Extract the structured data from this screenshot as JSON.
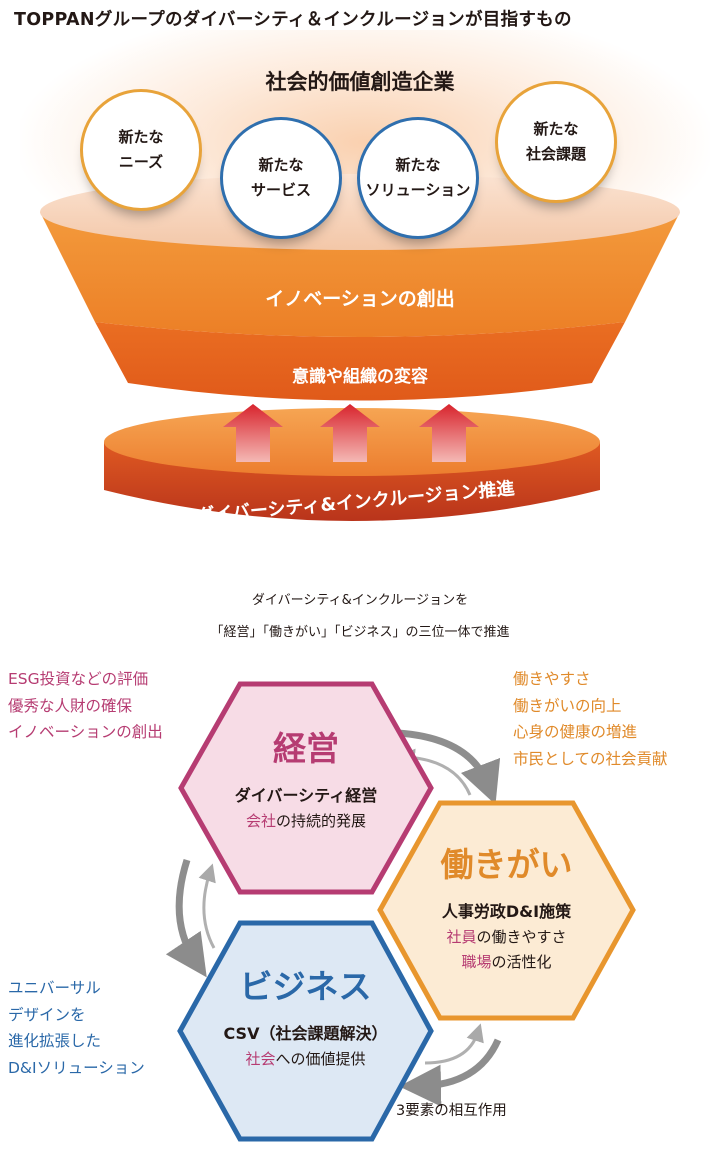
{
  "title": "TOPPANグループのダイバーシティ＆インクルージョンが目指すもの",
  "funnel": {
    "heading": "社会的価値創造企業",
    "circles": [
      {
        "text": "新たな\nニーズ",
        "style": "orange"
      },
      {
        "text": "新たな\nサービス",
        "style": "blue"
      },
      {
        "text": "新たな\nソリューション",
        "style": "blue"
      },
      {
        "text": "新たな\n社会課題",
        "style": "orange"
      }
    ],
    "band_innovation": "イノベーションの創出",
    "band_awareness": "意識や組織の変容",
    "base_label": "ダイバーシティ&インクルージョン推進",
    "colors": {
      "orange": "#ee8a2c",
      "deep_orange": "#e2641e",
      "red": "#c8421f"
    }
  },
  "middle": {
    "line1": "ダイバーシティ&インクルージョンを",
    "line2": "「経営」「働きがい」「ビジネス」の三位一体で推進"
  },
  "left_top_list": [
    "ESG投資などの評価",
    "優秀な人財の確保",
    "イノベーションの創出"
  ],
  "right_top_list": [
    "働きやすさ",
    "働きがいの向上",
    "心身の健康の増進",
    "市民としての社会貢献"
  ],
  "left_bottom_list": [
    "ユニバーサル",
    "デザインを",
    "進化拡張した",
    "D&Iソリューション"
  ],
  "hexagons": {
    "management": {
      "title": "経営",
      "line1": "ダイバーシティ経営",
      "line2_accent": "会社",
      "line2_rest": "の持続的発展",
      "color": "#b63c72"
    },
    "engagement": {
      "title": "働きがい",
      "line1": "人事労政D&I施策",
      "line2_accent": "社員",
      "line2_rest": "の働きやすさ",
      "line3_accent": "職場",
      "line3_rest": "の活性化",
      "color": "#e8962e"
    },
    "business": {
      "title": "ビジネス",
      "line1": "CSV（社会課題解決）",
      "line2_accent": "社会",
      "line2_rest": "への価値提供",
      "color": "#2a68a8"
    }
  },
  "footer_label": "3要素の相互作用"
}
